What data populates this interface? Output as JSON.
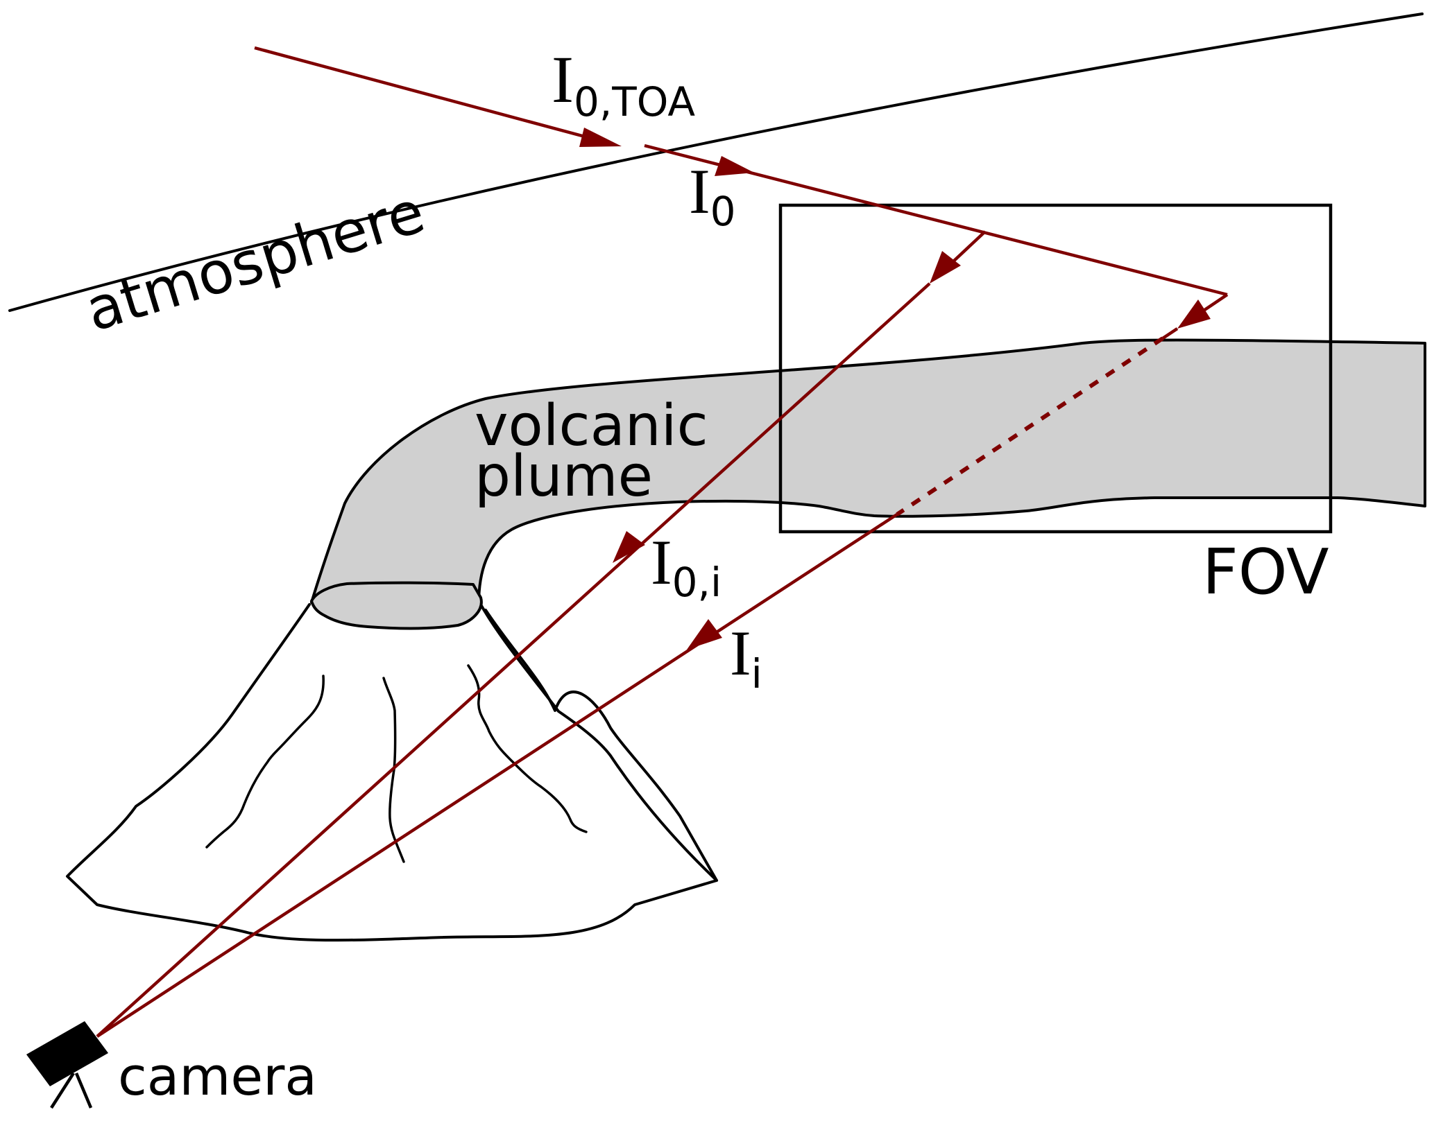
{
  "figure": {
    "description": "Schematic of camera-based remote sensing of a volcanic plume",
    "colors": {
      "ray": "#7f0000",
      "plume_fill": "#d0d0d0",
      "outline": "#000000",
      "background": "#ffffff"
    },
    "labels": {
      "atmosphere": "atmosphere",
      "plume_line1": "volcanic",
      "plume_line2": "plume",
      "fov": "FOV",
      "camera": "camera"
    },
    "intensities": {
      "top_of_atmosphere": {
        "symbol": "I",
        "subscript": "0,TOA"
      },
      "incident": {
        "symbol": "I",
        "subscript": "0"
      },
      "background_path": {
        "symbol": "I",
        "subscript": "0,i"
      },
      "plume_path": {
        "symbol": "I",
        "subscript": "i"
      }
    },
    "icons": {
      "camera": "camera-on-tripod-icon",
      "volcano": "volcano-cone",
      "arrow": "arrowhead-icon"
    }
  }
}
